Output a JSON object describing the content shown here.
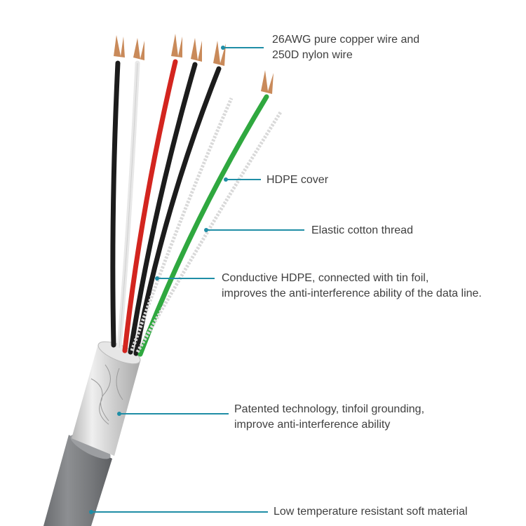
{
  "annotations": [
    {
      "id": "copper-wire",
      "lines": [
        "26AWG pure copper wire and",
        "250D nylon wire"
      ]
    },
    {
      "id": "hdpe-cover",
      "lines": [
        "HDPE cover"
      ]
    },
    {
      "id": "cotton-thread",
      "lines": [
        "Elastic cotton thread"
      ]
    },
    {
      "id": "conductive-hdpe",
      "lines": [
        "Conductive HDPE, connected with tin foil,",
        "improves the anti-interference ability of the data line."
      ]
    },
    {
      "id": "tinfoil-grounding",
      "lines": [
        "Patented technology, tinfoil grounding,",
        "improve anti-interference ability"
      ]
    },
    {
      "id": "soft-material",
      "lines": [
        "Low temperature resistant soft material"
      ]
    }
  ],
  "colors": {
    "callout_line": "#1f8ea6",
    "text": "#3f3f3f",
    "jacket": "#7b7d80",
    "foil": "#c9c9c9",
    "copper": "#c98a5a",
    "wire_black": "#1c1c1c",
    "wire_white": "#e8e8e8",
    "wire_red": "#d3251f",
    "wire_green": "#2fa83f"
  },
  "components": {
    "conductors": [
      "black-wire",
      "white-wire",
      "red-wire",
      "black-wire",
      "black-wire",
      "green-wire"
    ],
    "fillers": [
      "cotton-thread",
      "cotton-thread"
    ]
  }
}
